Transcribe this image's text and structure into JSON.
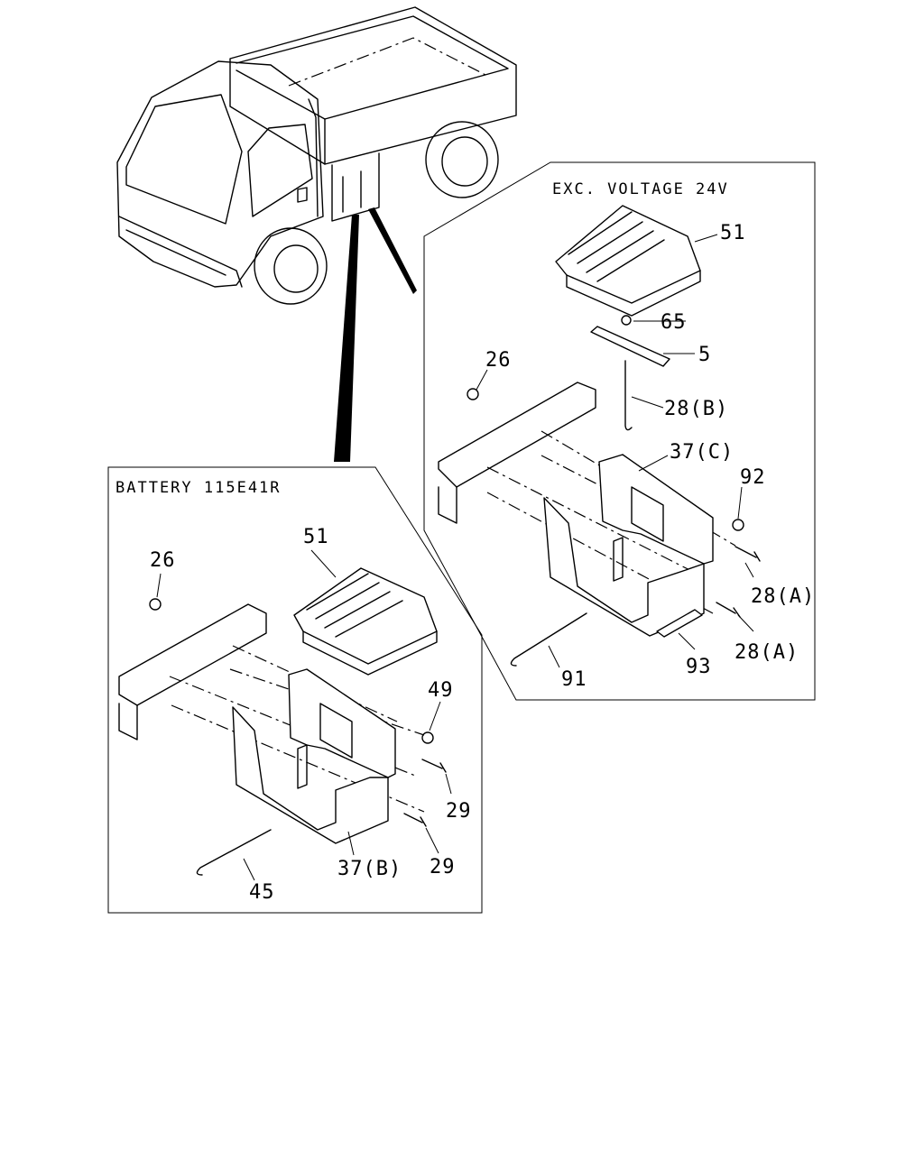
{
  "panels": {
    "right_title": "EXC. VOLTAGE 24V",
    "left_title": "BATTERY 115E41R"
  },
  "callouts": {
    "r51": "51",
    "r65": "65",
    "r5": "5",
    "r26": "26",
    "r28b": "28(B)",
    "r37c": "37(C)",
    "r92": "92",
    "r28a1": "28(A)",
    "r28a2": "28(A)",
    "r91": "91",
    "r93": "93",
    "l51": "51",
    "l26": "26",
    "l49": "49",
    "l29a": "29",
    "l29b": "29",
    "l37b": "37(B)",
    "l45": "45"
  }
}
